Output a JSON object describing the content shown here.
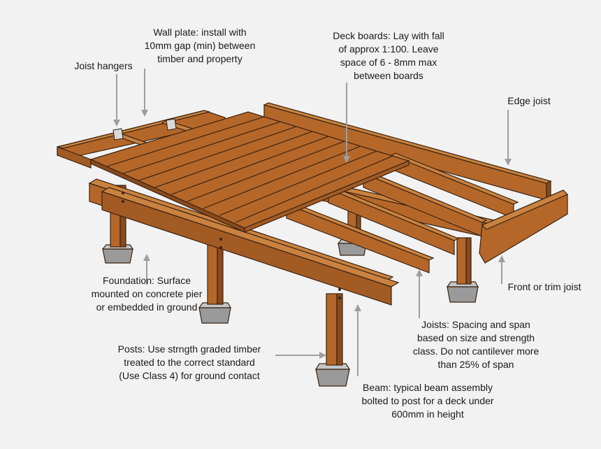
{
  "labels": {
    "wall_plate": "Wall plate: install with\n10mm gap (min) between\ntimber and property",
    "joist_hangers": "Joist hangers",
    "deck_boards": "Deck boards: Lay with fall\nof approx 1:100. Leave\nspace of 6 - 8mm max\nbetween boards",
    "edge_joist": "Edge joist",
    "front_joist": "Front or trim joist",
    "foundation": "Foundation: Surface\nmounted on concrete pier\nor embedded in ground",
    "joists": "Joists: Spacing and span\nbased on size and strength\nclass. Do not cantilever more\nthan 25% of span",
    "posts": "Posts: Use strngth graded timber\ntreated to the correct standard\n(Use Class 4) for ground contact",
    "beam": "Beam: typical beam assembly\nbolted to post for a deck under\n600mm in height"
  },
  "colors": {
    "background": "#f2f2f2",
    "timber": "#b5672a",
    "timber_dark": "#8a4a1c",
    "timber_light": "#c9823f",
    "outline": "#3a2312",
    "concrete": "#9a9a9a",
    "concrete_top": "#c6c6c6",
    "arrow": "#9e9e9e",
    "hanger": "#d9d9d9"
  }
}
